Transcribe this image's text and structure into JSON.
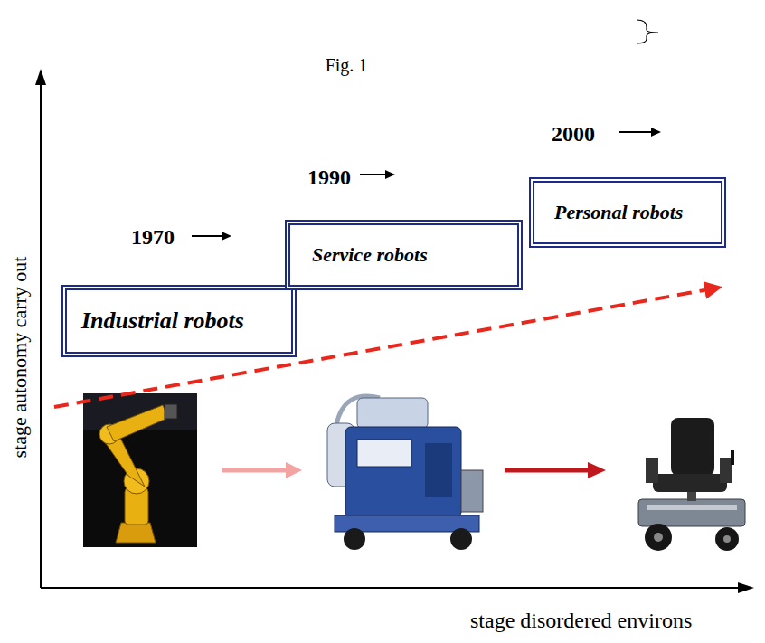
{
  "diagram": {
    "caption": "Fig. 1",
    "nodes": [
      {
        "text": [
          "Industrial robots"
        ]
      },
      {
        "text": [
          "Service robots"
        ]
      },
      {
        "text": [
          "Personal robots"
        ]
      }
    ],
    "labels": [
      "1970",
      "1990",
      "2000",
      "stage autonomy carry out",
      "stage disordered environs"
    ]
  }
}
